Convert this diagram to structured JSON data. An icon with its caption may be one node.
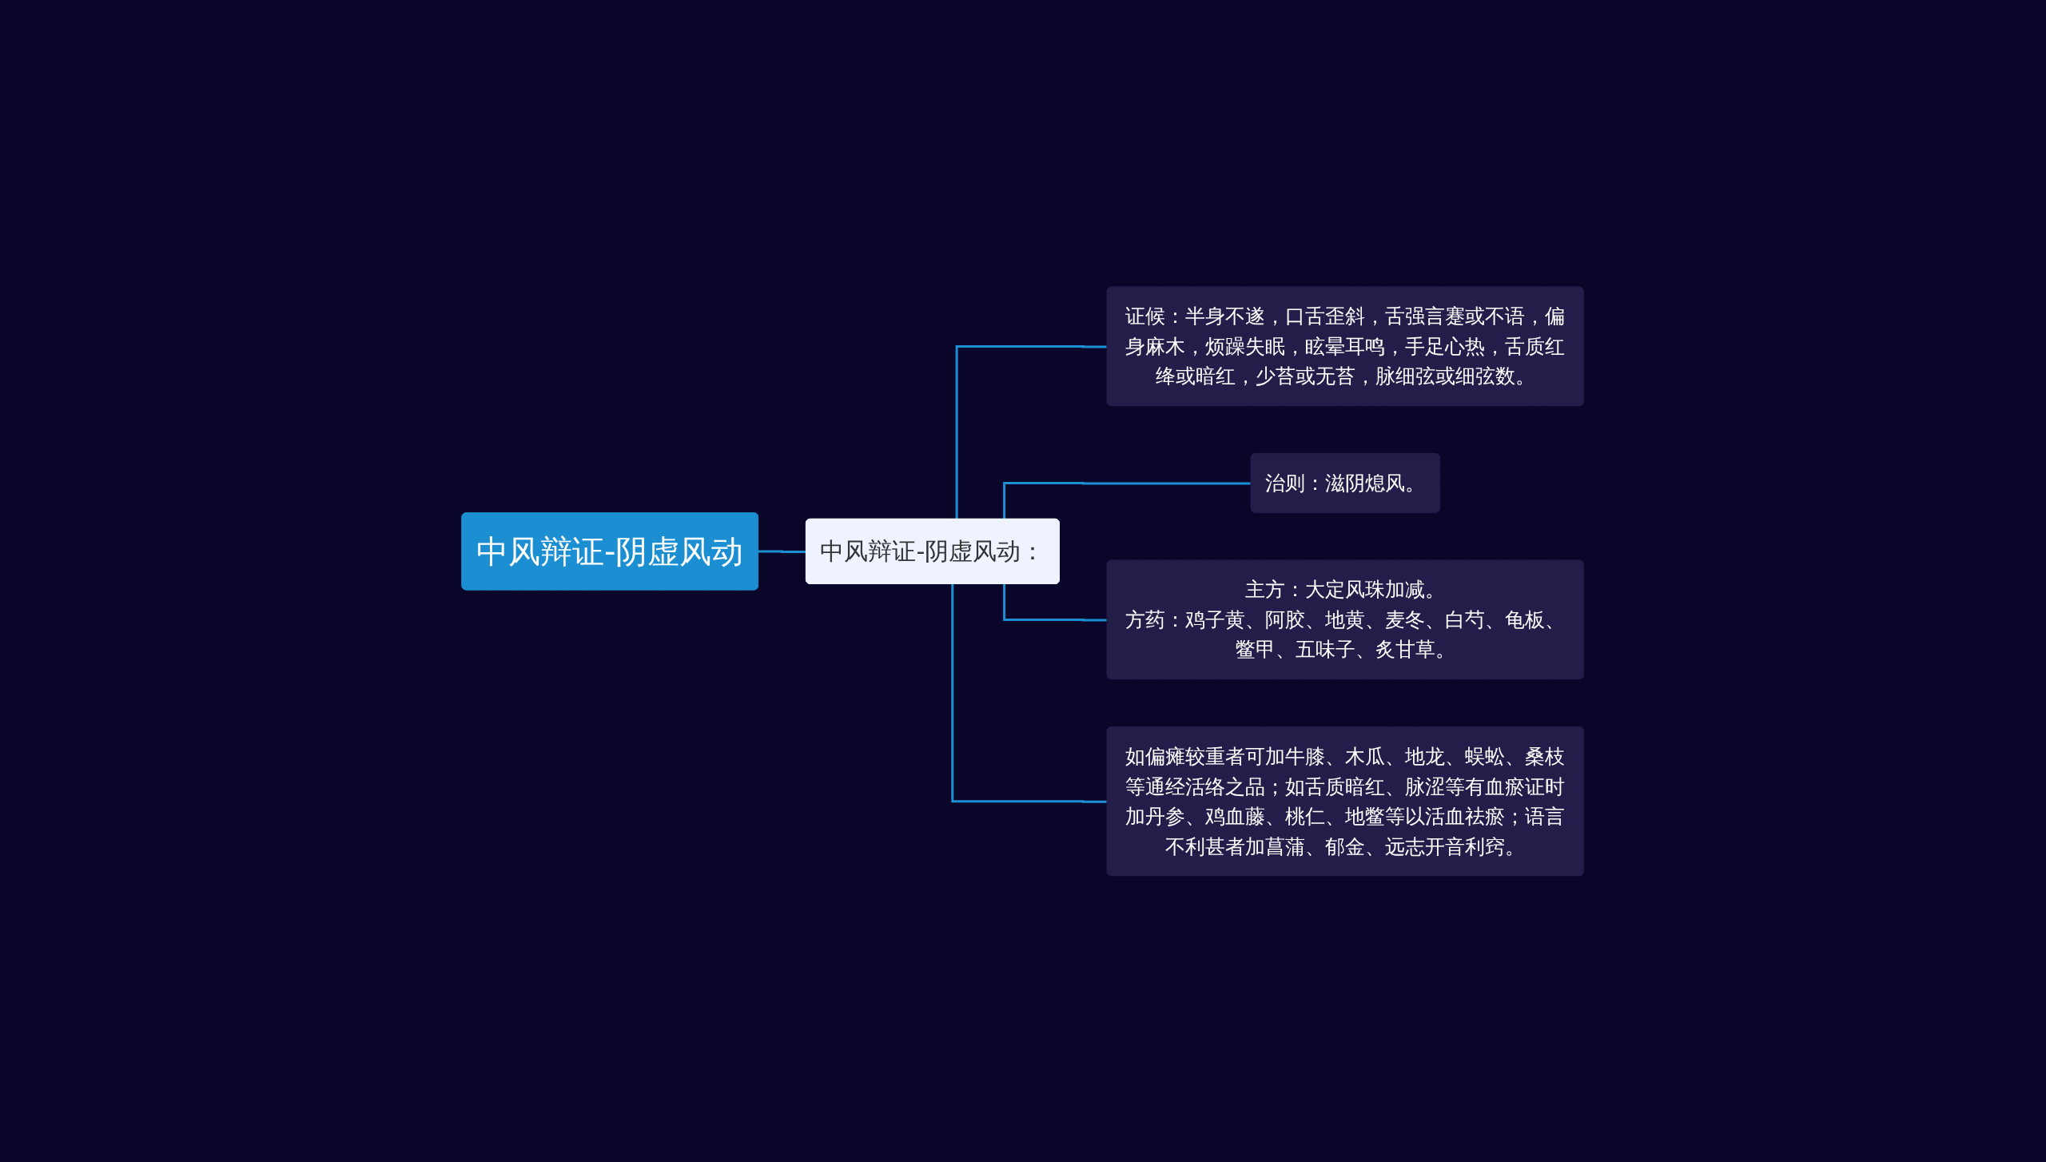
{
  "diagram": {
    "nodes": [
      {
        "text": [
          "中风辩证-阴虚风动"
        ]
      },
      {
        "text": [
          "中风辩证-阴虚风动："
        ]
      },
      {
        "text": [
          "证候：半身不遂，口舌歪斜，舌强言蹇或不语，偏身麻木，烦躁失眠，眩晕耳鸣，手足心热，舌质红绛或暗红，少苔或无苔，脉细弦或细弦数。"
        ]
      },
      {
        "text": [
          "治则：滋阴熄风。"
        ]
      },
      {
        "text": [
          "主方：大定风珠加减。",
          "方药：鸡子黄、阿胶、地黄、麦冬、白芍、龟板、鳖甲、五味子、炙甘草。"
        ]
      },
      {
        "text": [
          "如偏瘫较重者可加牛膝、木瓜、地龙、蜈蚣、桑枝等通经活络之品；如舌质暗红、脉涩等有血瘀证时加丹参、鸡血藤、桃仁、地鳖等以活血祛瘀；语言不利甚者加菖蒲、郁金、远志开音利窍。"
        ]
      }
    ],
    "edges": [
      {
        "from": 0,
        "to": 1,
        "arrow": "none"
      },
      {
        "from": 1,
        "to": 2,
        "arrow": "none"
      },
      {
        "from": 1,
        "to": 3,
        "arrow": "none"
      },
      {
        "from": 1,
        "to": 4,
        "arrow": "none"
      },
      {
        "from": 1,
        "to": 5,
        "arrow": "none"
      }
    ]
  }
}
